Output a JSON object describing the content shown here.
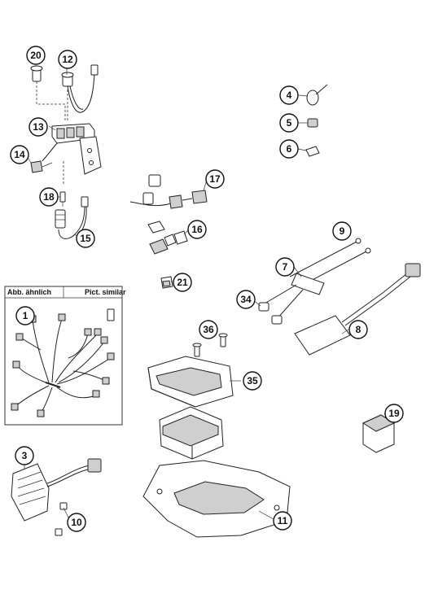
{
  "inset": {
    "header_left": "Abb. ähnlich",
    "header_right": "Pict. similar"
  },
  "callouts": [
    {
      "id": "1",
      "label": "1"
    },
    {
      "id": "3",
      "label": "3"
    },
    {
      "id": "4",
      "label": "4"
    },
    {
      "id": "5",
      "label": "5"
    },
    {
      "id": "6",
      "label": "6"
    },
    {
      "id": "7",
      "label": "7"
    },
    {
      "id": "8",
      "label": "8"
    },
    {
      "id": "9",
      "label": "9"
    },
    {
      "id": "10",
      "label": "10"
    },
    {
      "id": "11",
      "label": "11"
    },
    {
      "id": "12",
      "label": "12"
    },
    {
      "id": "13",
      "label": "13"
    },
    {
      "id": "14",
      "label": "14"
    },
    {
      "id": "15",
      "label": "15"
    },
    {
      "id": "16",
      "label": "16"
    },
    {
      "id": "17",
      "label": "17"
    },
    {
      "id": "18",
      "label": "18"
    },
    {
      "id": "19",
      "label": "19"
    },
    {
      "id": "20",
      "label": "20"
    },
    {
      "id": "21",
      "label": "21"
    },
    {
      "id": "34",
      "label": "34"
    },
    {
      "id": "35",
      "label": "35"
    },
    {
      "id": "36",
      "label": "36"
    }
  ]
}
